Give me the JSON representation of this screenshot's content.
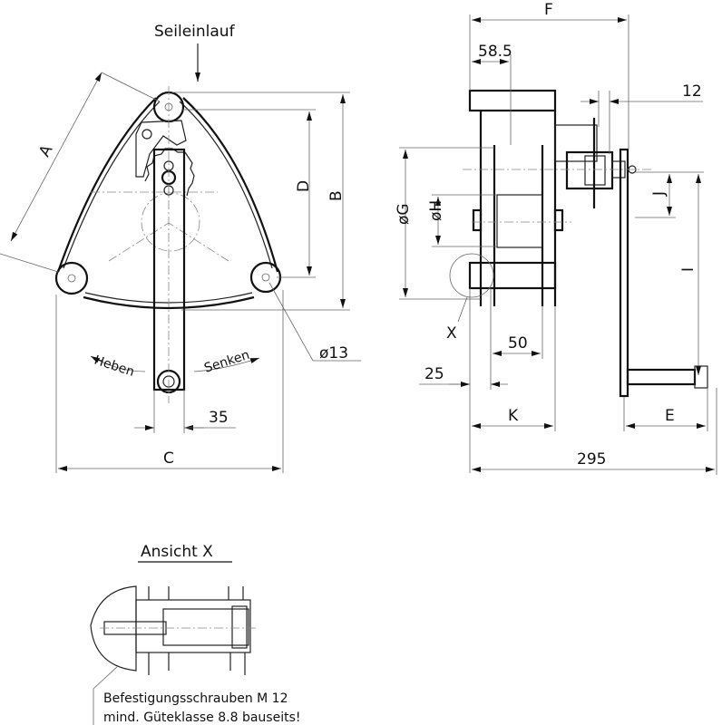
{
  "front_view": {
    "rope_inlet": "Seileinlauf",
    "dim_a": "A",
    "dim_b": "B",
    "dim_c": "C",
    "dim_d": "D",
    "hole_dia": "ø13",
    "lift": "Heben",
    "lower": "Senken",
    "arm_width": "35"
  },
  "side_view": {
    "dim_f": "F",
    "dim_58_5": "58.5",
    "dim_12": "12",
    "dim_g": "øG",
    "dim_h": "øH",
    "dim_j": "J",
    "dim_i": "I",
    "view_marker": "X",
    "dim_50": "50",
    "dim_25": "25",
    "dim_k": "K",
    "dim_e": "E",
    "dim_total": "295"
  },
  "detail": {
    "title": "Ansicht X",
    "note_line1": "Befestigungsschrauben M 12",
    "note_line2": "mind. Güteklasse 8.8 bauseits!"
  }
}
